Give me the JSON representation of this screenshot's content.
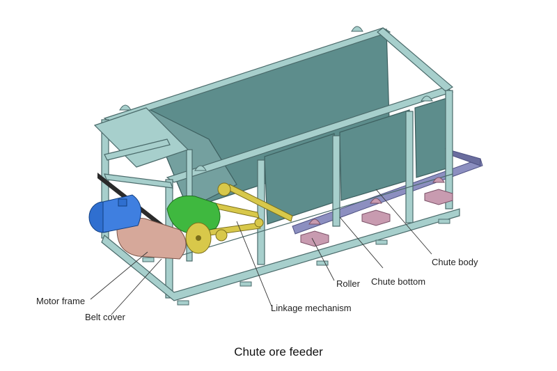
{
  "labels": {
    "motor_frame": "Motor frame",
    "belt_cover": "Belt cover",
    "linkage_mechanism": "Linkage mechanism",
    "roller": "Roller",
    "chute_bottom": "Chute bottom",
    "chute_body": "Chute body"
  },
  "caption": "Chute ore feeder",
  "colors": {
    "frame": "#a7cfcc",
    "chute": "#5d8d8c",
    "motor": "#2f6fd0",
    "gearbox": "#3fb83f",
    "belt_cover": "#d6a89a",
    "linkage": "#d8c84a",
    "roller": "#c89bb0",
    "chute_bottom": "#8c8fc0"
  }
}
